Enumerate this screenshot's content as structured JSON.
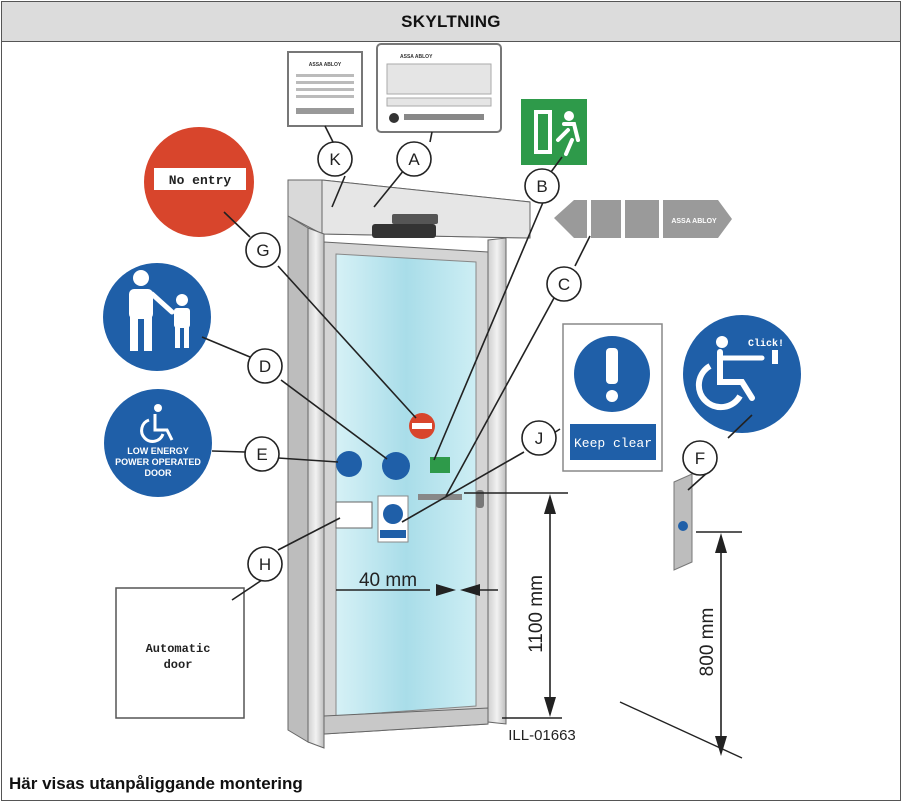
{
  "header": {
    "title": "SKYLTNING"
  },
  "caption": "Här visas utanpåliggande montering",
  "callouts": [
    "K",
    "A",
    "B",
    "C",
    "G",
    "D",
    "E",
    "J",
    "F",
    "H"
  ],
  "signs": {
    "no_entry": "No entry",
    "low_energy_line1": "LOW ENERGY",
    "low_energy_line2": "POWER OPERATED",
    "low_energy_line3": "DOOR",
    "keep_clear": "Keep clear",
    "click": "Click!",
    "automatic_line1": "Automatic",
    "automatic_line2": "door",
    "brand": "ASSA ABLOY"
  },
  "dimensions": {
    "offset": "40 mm",
    "height_sign": "1100 mm",
    "height_button": "800 mm"
  },
  "illustration_id": "ILL-01663",
  "colors": {
    "sign_red": "#d8452c",
    "sign_blue": "#1f5fa8",
    "sign_green": "#2e9a4a",
    "glass": "#bfe6ef"
  }
}
